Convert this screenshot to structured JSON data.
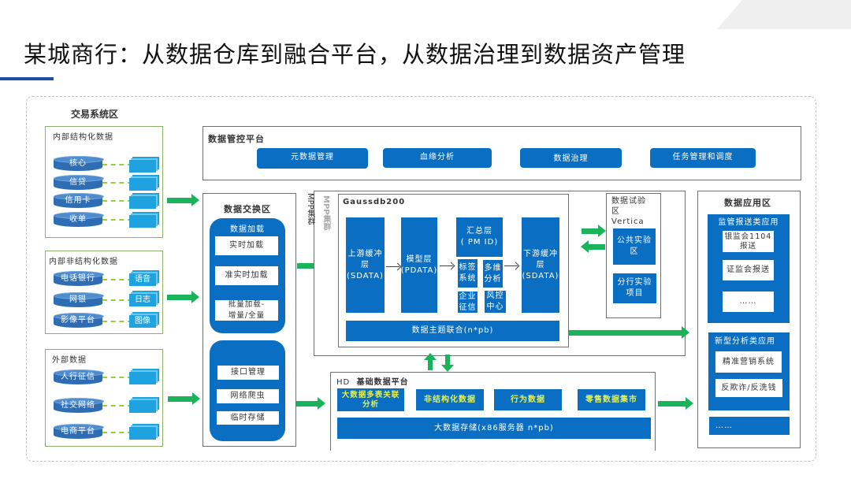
{
  "header": {
    "title": "某城商行：从数据仓库到融合平台，从数据治理到数据资产管理"
  },
  "trading_zone": {
    "label": "交易系统区",
    "internal_structured": {
      "title": "内部结构化数据",
      "sources": [
        "核心",
        "信贷",
        "信用卡",
        "收单"
      ]
    },
    "internal_unstructured": {
      "title": "内部非结构化数据",
      "sources": [
        "电话银行",
        "网银",
        "影像平台"
      ],
      "outputs": [
        "语音",
        "日志",
        "图像"
      ]
    },
    "external": {
      "title": "外部数据",
      "sources": [
        "人行征信",
        "社交网络",
        "电商平台"
      ]
    }
  },
  "governance_platform": {
    "title": "数据管控平台",
    "modules": [
      "元数据管理",
      "血缘分析",
      "数据治理",
      "任务管理和调度"
    ]
  },
  "exchange_zone": {
    "title": "数据交换区",
    "loading": {
      "title": "数据加载",
      "items": [
        "实时加载",
        "准实时加载",
        "批量加载-\n增量/全量"
      ]
    },
    "other_items": [
      "接口管理",
      "网络爬虫",
      "临时存储"
    ]
  },
  "mpp_cluster": {
    "label_outer": "MPP集群",
    "label_inner": "MPP集群",
    "gaussdb": {
      "title": "Gaussdb200",
      "upstream": "上游缓冲\n层\n(SDATA)",
      "model": "模型层\n(PDATA)",
      "summary": "汇总层\n( PM ID)",
      "tag_system": "标签\n系统",
      "multi_analysis": "多维\n分析",
      "enterprise_credit": "企业\n征信",
      "risk_center": "风控\n中心",
      "downstream": "下游缓冲\n层\n(SDATA)",
      "federation": "数据主题联合(n*pb)"
    }
  },
  "lab_zone": {
    "title": "数据试验\n区\nVertica",
    "public_lab": "公共实验\n区",
    "branch_lab": "分行实验\n项目"
  },
  "hd_platform": {
    "prefix": "HD",
    "title": "基础数据平台",
    "modules": [
      "大数据多表关联\n分析",
      "非结构化数据",
      "行为数据",
      "零售数据集市"
    ],
    "storage": "大数据存储(x86服务器 n*pb)"
  },
  "application_zone": {
    "title": "数据应用区",
    "regulatory": {
      "title": "监管报送类应用",
      "items": [
        "银监会1104\n报送",
        "证监会报送",
        "……"
      ]
    },
    "analytics": {
      "title": "新型分析类应用",
      "items": [
        "精准营销系统",
        "反欺诈/反洗钱"
      ]
    },
    "more": "……"
  },
  "colors": {
    "primary_blue": "#0a6fc2",
    "arrow_green": "#19b35a",
    "title_accent": "#1f4ea1",
    "highlight_yellow": "#e8f24a"
  }
}
